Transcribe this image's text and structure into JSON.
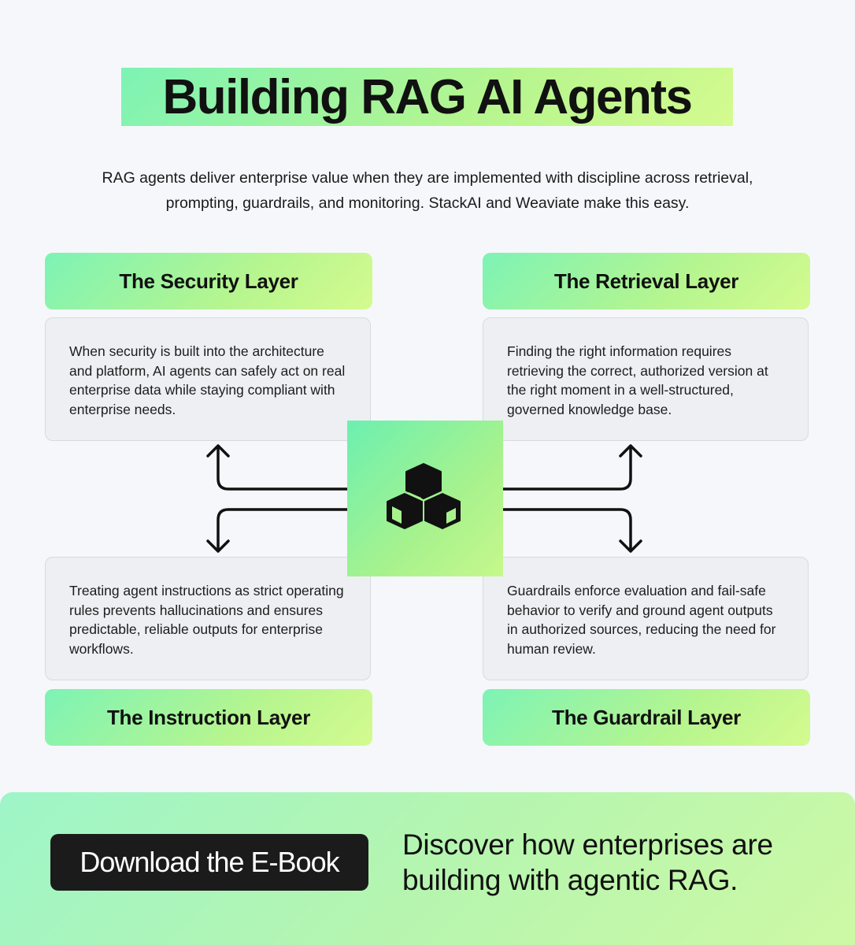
{
  "header": {
    "title": "Building RAG AI Agents",
    "intro": "RAG agents deliver enterprise value when they are implemented with discipline across retrieval, prompting, guardrails, and monitoring. StackAI and Weaviate make this easy."
  },
  "layers": {
    "security": {
      "title": "The Security Layer",
      "text": "When security is built into the architecture and platform, AI agents can safely act on real enterprise data while staying compliant with enterprise needs."
    },
    "retrieval": {
      "title": "The Retrieval Layer",
      "text": "Finding the right information requires retrieving the correct, authorized version at the right moment in a well-structured, governed knowledge base."
    },
    "instruction": {
      "title": "The Instruction Layer",
      "text": "Treating agent instructions as strict operating rules prevents hallucinations and ensures predictable, reliable outputs for enterprise workflows."
    },
    "guardrail": {
      "title": "The Guardrail Layer",
      "text": "Guardrails enforce evaluation and fail-safe behavior to verify and ground agent outputs in authorized sources, reducing the need for human review."
    }
  },
  "hub": {
    "icon": "stacked-cubes-icon"
  },
  "cta": {
    "button_label": "Download the E-Book",
    "text": "Discover how enterprises are building with agentic RAG."
  },
  "colors": {
    "gradient_start": "#7df3b5",
    "gradient_end": "#d4fb8f",
    "background": "#f6f7fb",
    "card": "#eeeff3",
    "button": "#1b1b1b"
  }
}
